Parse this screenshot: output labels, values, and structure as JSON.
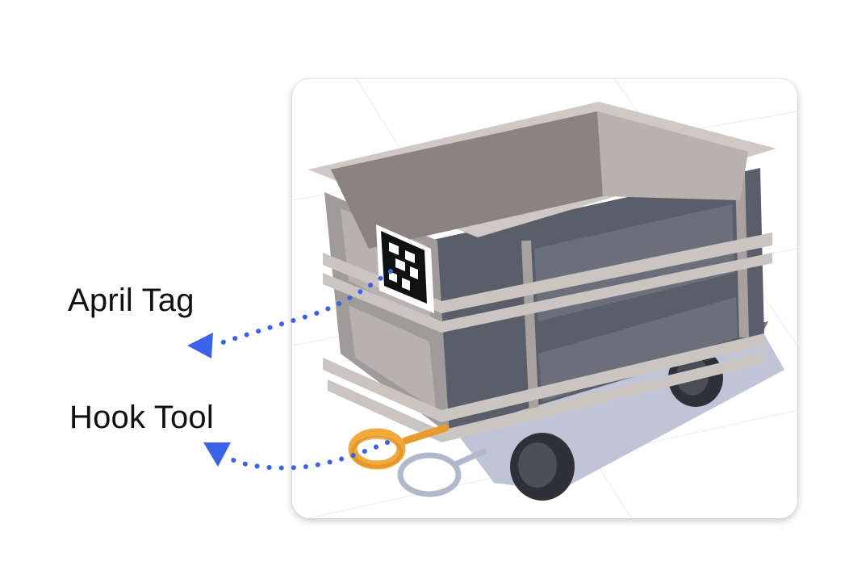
{
  "annotations": {
    "april_tag_label": "April Tag",
    "hook_tool_label": "Hook Tool"
  },
  "colors": {
    "arrow": "#3a63e8",
    "hook": "#f2a93b",
    "bin": "#a9a3a0",
    "bin_dark": "#585c6a",
    "wheel": "#3a3c44",
    "shadow": "#b7bdd0"
  },
  "scene": {
    "object": "rolling-bin-cart",
    "marker": "april-tag",
    "tool": "hook-tool"
  }
}
